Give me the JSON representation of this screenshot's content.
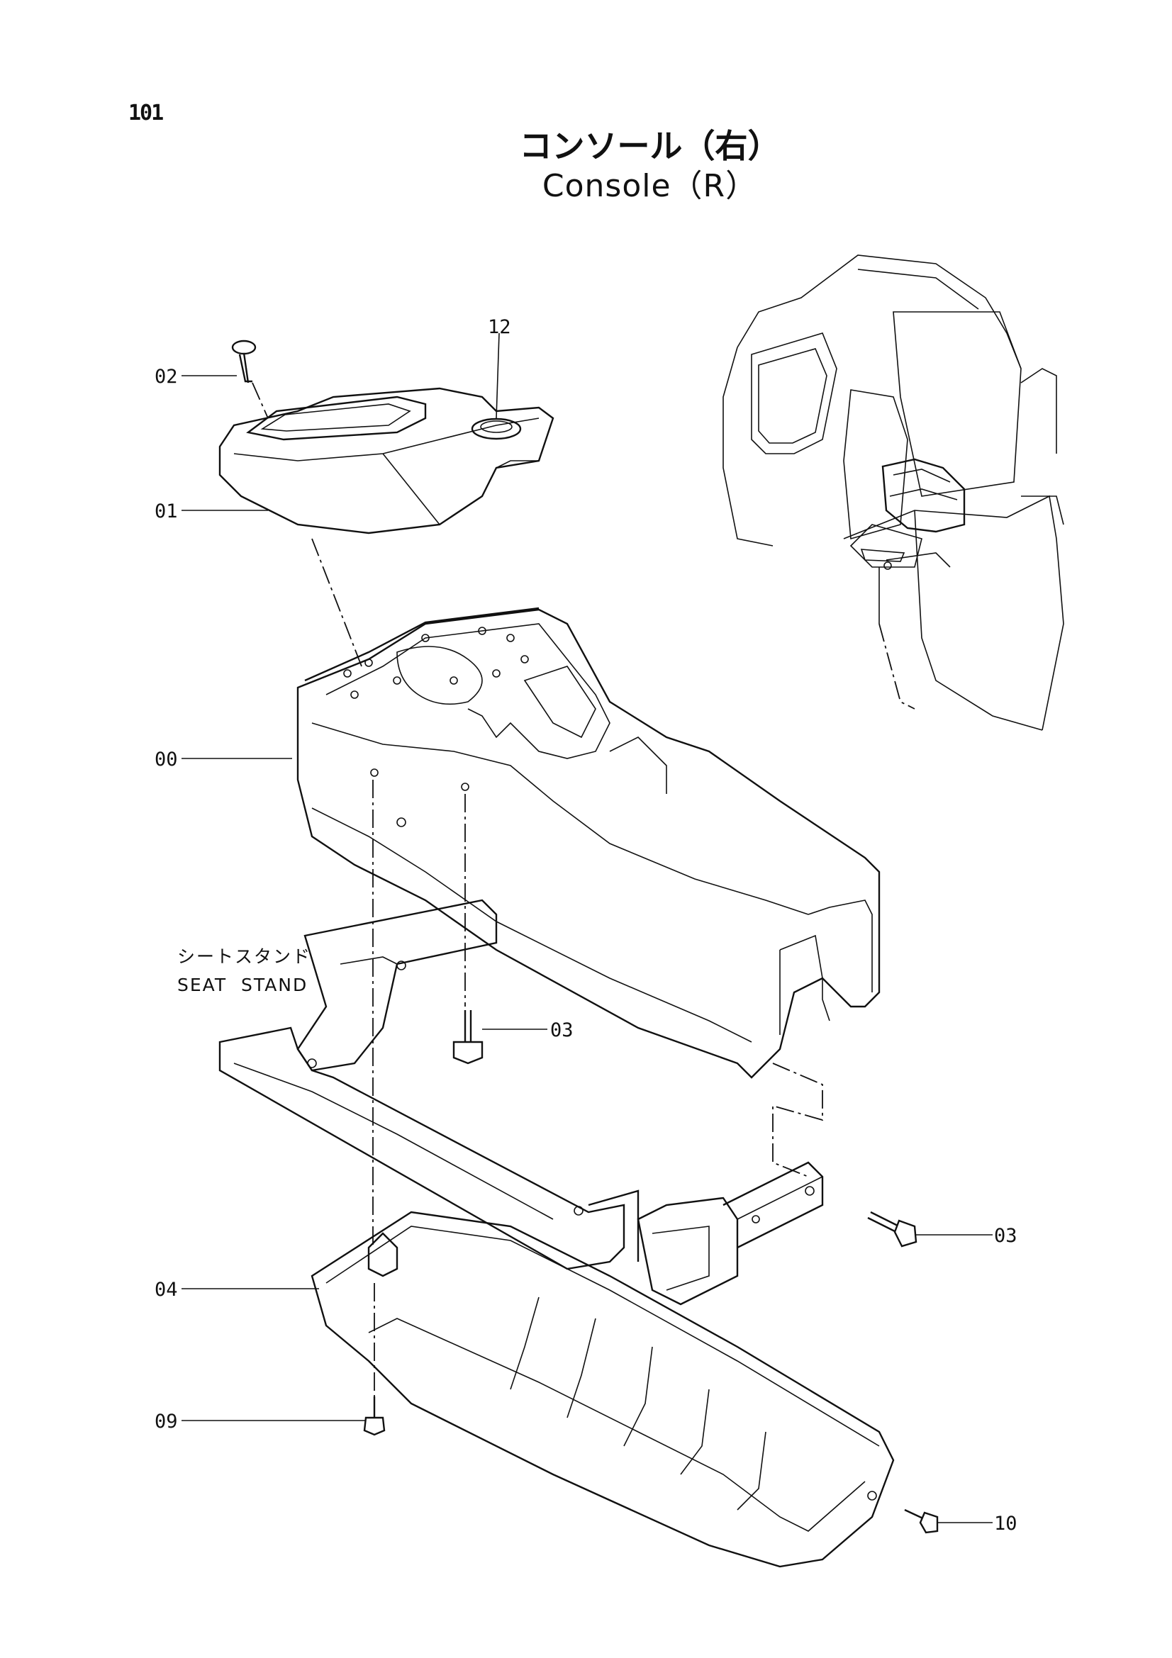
{
  "page_number": "101",
  "title": {
    "japanese": "コンソール（右）",
    "english": "Console（R）"
  },
  "callouts": [
    {
      "id": "12",
      "text": "12"
    },
    {
      "id": "02",
      "text": "02"
    },
    {
      "id": "01",
      "text": "01"
    },
    {
      "id": "00",
      "text": "00"
    },
    {
      "id": "03a",
      "text": "03"
    },
    {
      "id": "03b",
      "text": "03"
    },
    {
      "id": "04",
      "text": "04"
    },
    {
      "id": "09",
      "text": "09"
    },
    {
      "id": "10",
      "text": "10"
    }
  ],
  "seat_stand": {
    "japanese": "シートスタンド",
    "english": "SEAT  STAND"
  }
}
